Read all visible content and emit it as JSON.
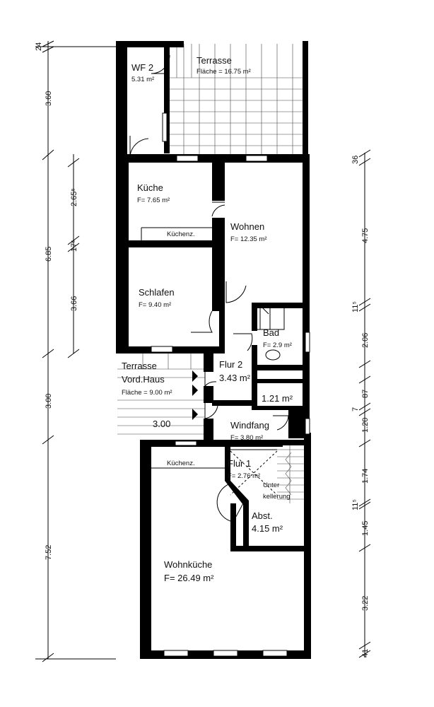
{
  "rooms": {
    "wf2": {
      "name": "WF 2",
      "area": "5.31 m²"
    },
    "terrasse": {
      "name": "Terrasse",
      "area": "Fläche       = 16.75 m²"
    },
    "kueche": {
      "name": "Küche",
      "area": "F= 7.65 m²",
      "nook": "Küchenz."
    },
    "wohnen": {
      "name": "Wohnen",
      "area": "F= 12.35 m²"
    },
    "schlafen": {
      "name": "Schlafen",
      "area": "F= 9.40 m²"
    },
    "bad": {
      "name": "Bad",
      "area": "F= 2.9 m²"
    },
    "flur2": {
      "name": "Flur 2",
      "area": "3.43 m²"
    },
    "terrasse_vord": {
      "name": "Terrasse",
      "name2": "Vord.Haus",
      "area": "Fläche        = 9.00 m²",
      "width": "3.00"
    },
    "small": {
      "area": "1.21 m²"
    },
    "windfang": {
      "name": "Windfang",
      "area": "F= 3.80 m²"
    },
    "flur1": {
      "name": "Flur 1",
      "area": "F= 2.76 m²"
    },
    "unterkellerung": {
      "line1": "Unter",
      "line2": "kellerung"
    },
    "abst": {
      "name": "Abst.",
      "area": "4.15 m²"
    },
    "wohnkueche": {
      "name": "Wohnküche",
      "area": "F= 26.49 m²",
      "nook": "Küchenz."
    }
  },
  "dimensions": {
    "left_outer": [
      "24",
      "3.60",
      "6.85",
      "3.00",
      "7.52"
    ],
    "left_inner": [
      "2.65⁵",
      "17⁵",
      "3.66"
    ],
    "right": [
      "36",
      "4.75",
      "11⁵",
      "2.06",
      "87",
      "7",
      "1.20",
      "1.74",
      "11⁵",
      "1.45",
      "3.22",
      "41"
    ]
  }
}
